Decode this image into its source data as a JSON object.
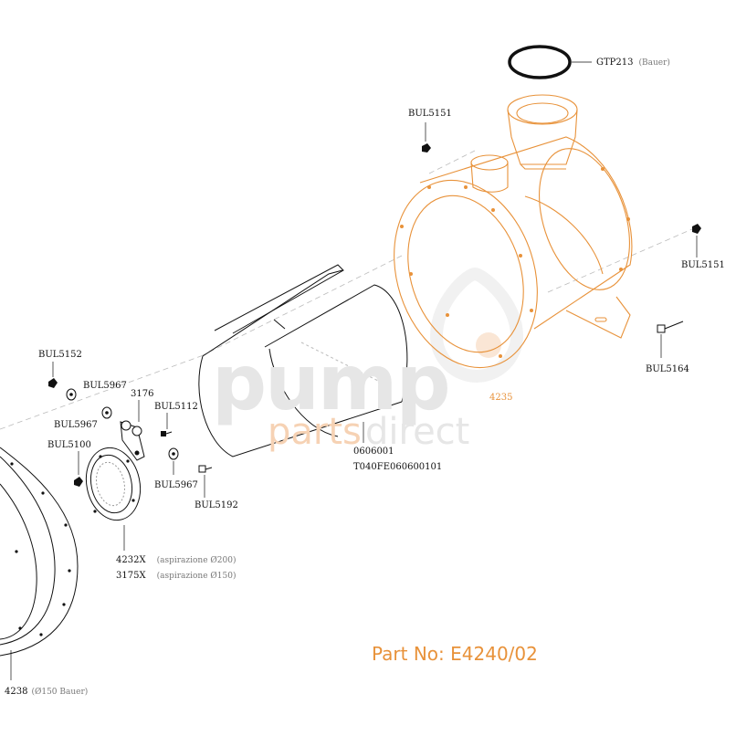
{
  "watermark": {
    "word_top": "pump",
    "word_parts": "parts",
    "word_direct": "direct",
    "color_gray": "#e2e2e2",
    "color_orange": "#f6d2b4"
  },
  "part_number": "Part No: E4240/02",
  "labels": {
    "gtp213": "GTP213",
    "gtp213_note": "(Bauer)",
    "bul5151_top": "BUL5151",
    "bul5151_right": "BUL5151",
    "bul5164": "BUL5164",
    "p4235": "4235",
    "p0606001": "0606001",
    "pt040": "T040FE060600101",
    "bul5152": "BUL5152",
    "bul5967_a": "BUL5967",
    "bul5967_b": "BUL5967",
    "bul5967_c": "BUL5967",
    "p3176": "3176",
    "bul5112": "BUL5112",
    "bul5100": "BUL5100",
    "bul5192": "BUL5192",
    "p4232x": "4232X",
    "p4232x_note": "(aspirazione Ø200)",
    "p3175x": "3175X",
    "p3175x_note": "(aspirazione Ø150)",
    "p4238": "4238",
    "p4238_note": "(Ø150 Bauer)"
  },
  "colors": {
    "line": "#1a1a1a",
    "accent": "#e8923a"
  }
}
